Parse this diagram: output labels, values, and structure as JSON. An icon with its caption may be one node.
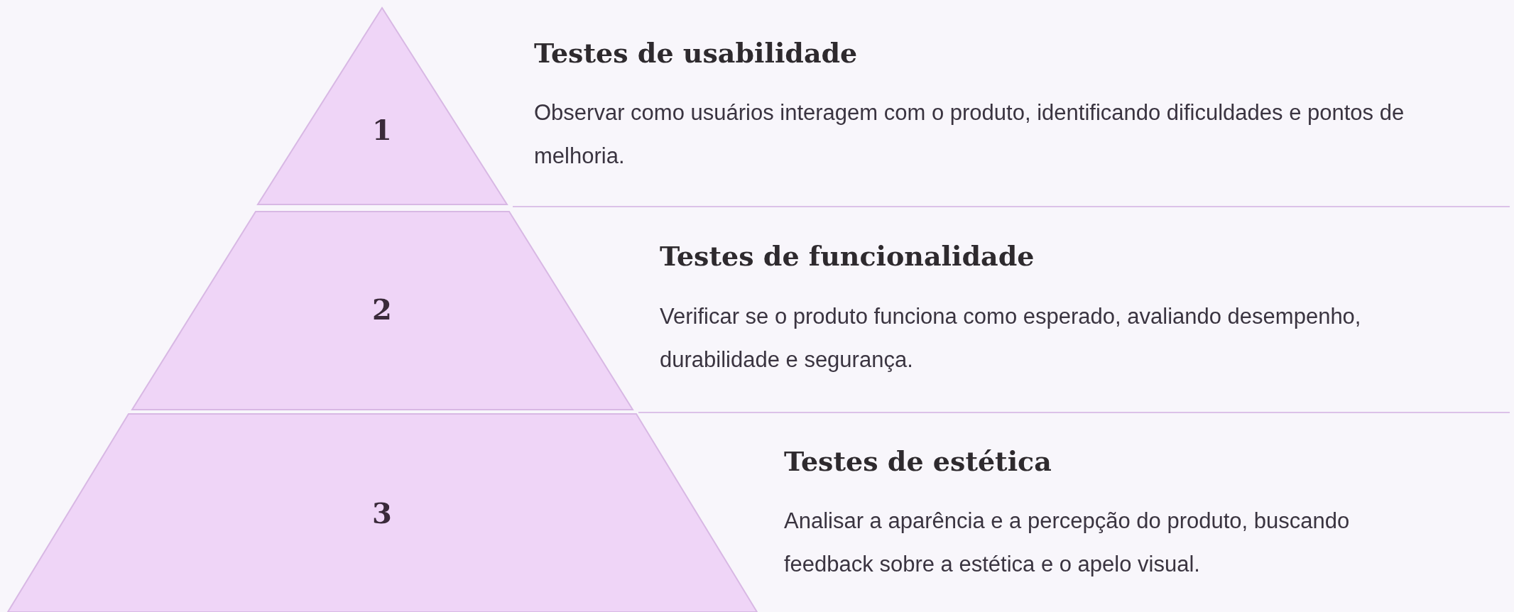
{
  "diagram": {
    "nodes": [
      {
        "text": [
          "1"
        ],
        "beside": [
          "Testes de usabilidade",
          "Observar como usuários interagem com o produto, identificando dificuldades e pontos de melhoria."
        ]
      },
      {
        "text": [
          "2"
        ],
        "beside": [
          "Testes de funcionalidade",
          "Verificar se o produto funciona como esperado, avaliando desempenho, durabilidade e segurança."
        ]
      },
      {
        "text": [
          "3"
        ],
        "beside": [
          "Testes de estética",
          "Analisar a aparência e a percepção do produto, buscando feedback sobre a estética e o apelo visual."
        ]
      }
    ]
  }
}
